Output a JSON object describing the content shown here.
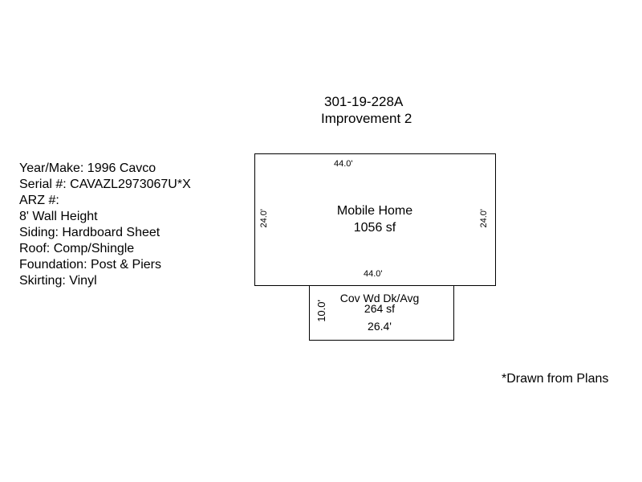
{
  "header": {
    "parcel": "301-19-228A",
    "improvement": "Improvement 2"
  },
  "details": [
    "Year/Make: 1996 Cavco",
    "Serial #: CAVAZL2973067U*X",
    "ARZ #:",
    "8' Wall Height",
    "Siding: Hardboard Sheet",
    "Roof: Comp/Shingle",
    "Foundation: Post & Piers",
    "Skirting: Vinyl"
  ],
  "main_structure": {
    "name": "Mobile Home",
    "area": "1056 sf",
    "top_dim": "44.0'",
    "bottom_dim": "44.0'",
    "left_dim": "24.0'",
    "right_dim": "24.0'"
  },
  "deck": {
    "name": "Cov Wd Dk/Avg",
    "area": "264 sf",
    "width_dim": "26.4'",
    "depth_dim": "10.0'"
  },
  "note": "*Drawn from Plans"
}
